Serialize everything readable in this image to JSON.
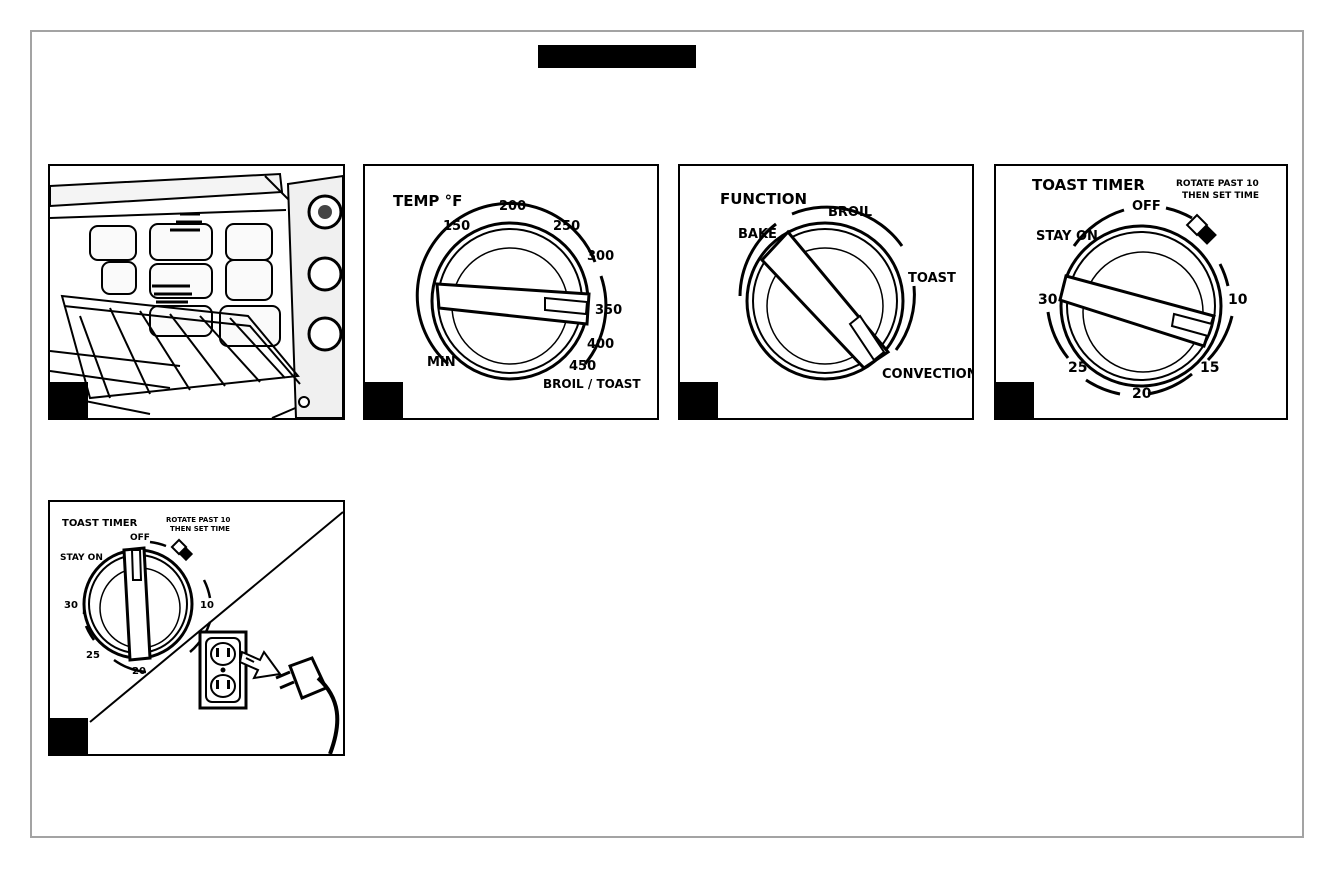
{
  "temp_dial": {
    "title": "TEMP °F",
    "marks": [
      "MIN",
      "150",
      "200",
      "250",
      "300",
      "350",
      "400",
      "450",
      "BROIL / TOAST"
    ]
  },
  "function_dial": {
    "title": "FUNCTION",
    "marks": [
      "BAKE",
      "BROIL",
      "TOAST",
      "CONVECTION"
    ]
  },
  "timer_dial": {
    "title": "TOAST TIMER",
    "note_line1": "ROTATE PAST 10",
    "note_line2": "THEN SET TIME",
    "marks": [
      "STAY ON",
      "OFF",
      "10",
      "15",
      "20",
      "25",
      "30"
    ]
  },
  "timer_dial_small": {
    "title": "TOAST TIMER",
    "note_line1": "ROTATE PAST 10",
    "note_line2": "THEN SET TIME",
    "marks": [
      "STAY ON",
      "OFF",
      "10",
      "20",
      "25",
      "30"
    ]
  }
}
